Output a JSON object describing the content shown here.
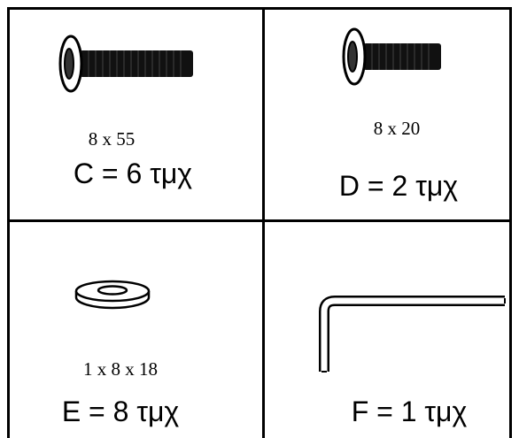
{
  "parts": [
    {
      "id": "C",
      "dimension": "8 x 55",
      "quantity": "C = 6 τμχ",
      "icon": "long-bolt-icon"
    },
    {
      "id": "D",
      "dimension": "8 x 20",
      "quantity": "D = 2 τμχ",
      "icon": "short-bolt-icon"
    },
    {
      "id": "E",
      "dimension": "1 x 8 x 18",
      "quantity": "E = 8 τμχ",
      "icon": "washer-icon"
    },
    {
      "id": "F",
      "dimension": "",
      "quantity": "F = 1 τμχ",
      "icon": "allen-key-icon"
    }
  ]
}
